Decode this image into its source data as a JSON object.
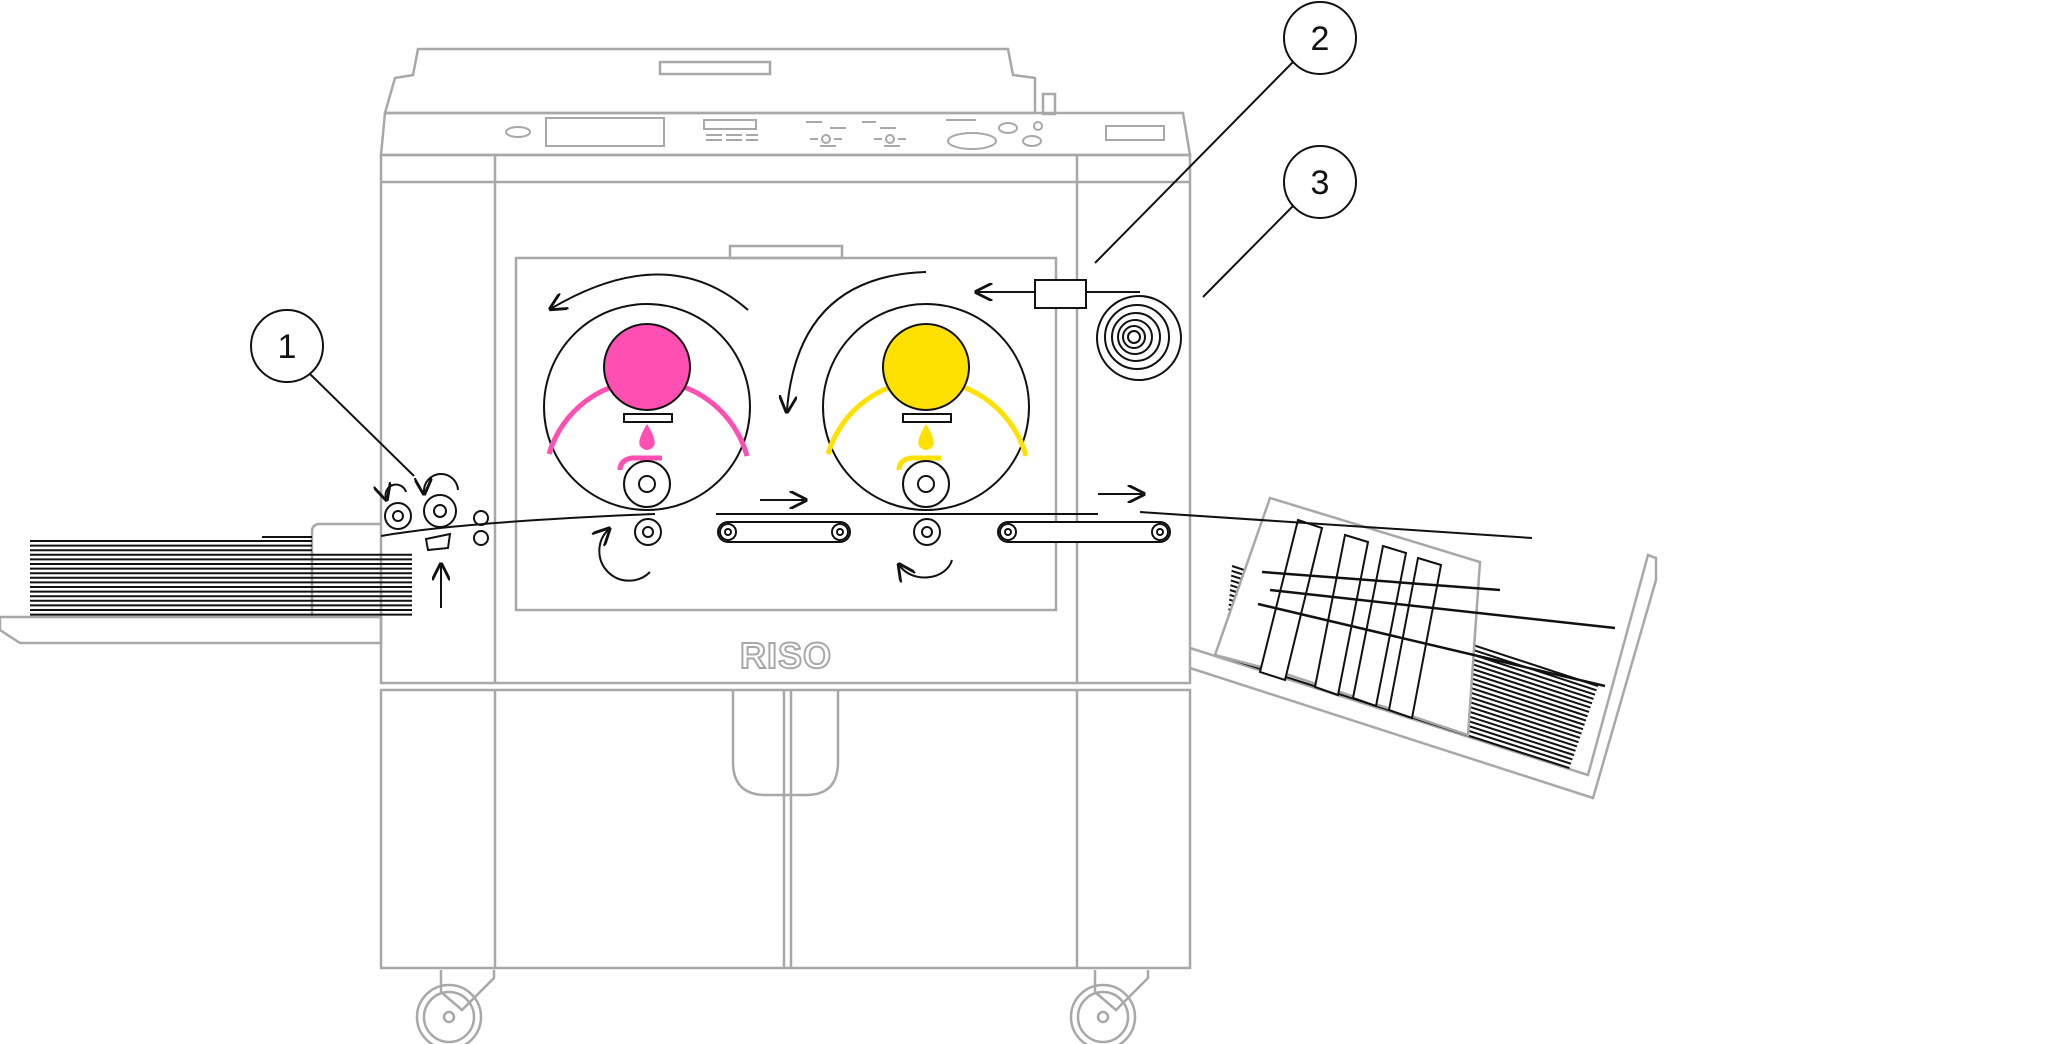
{
  "diagram": {
    "brand_logo": "RISO",
    "callouts": [
      {
        "label": "1"
      },
      {
        "label": "2"
      },
      {
        "label": "3"
      }
    ]
  },
  "colors": {
    "machine_outline": "#a8a8a8",
    "line": "#111111",
    "drum_1_ink": "#ff4fb3",
    "drum_2_ink": "#ffe100",
    "background": "#ffffff"
  },
  "icons": [
    "arrow-icon",
    "paper-stack-icon",
    "master-roll-icon",
    "caster-wheel-icon"
  ]
}
